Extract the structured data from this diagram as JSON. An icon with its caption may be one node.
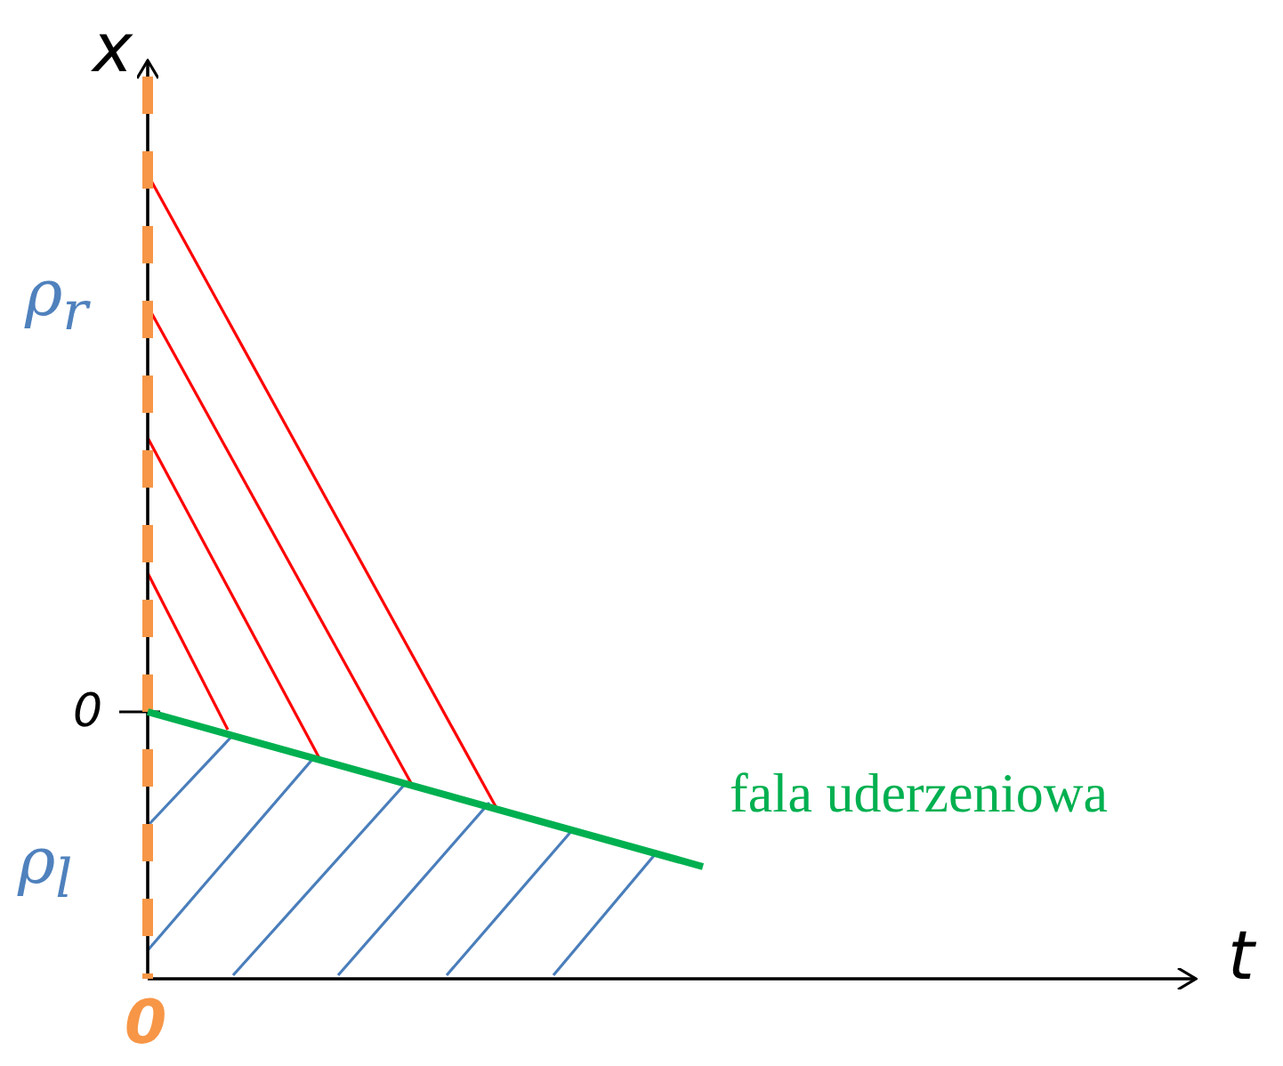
{
  "diagram": {
    "labels": [
      "x",
      "ρ$_{r}$",
      "0",
      "ρ$_{l}$",
      "0",
      "t",
      "fala uderzeniowa"
    ]
  }
}
